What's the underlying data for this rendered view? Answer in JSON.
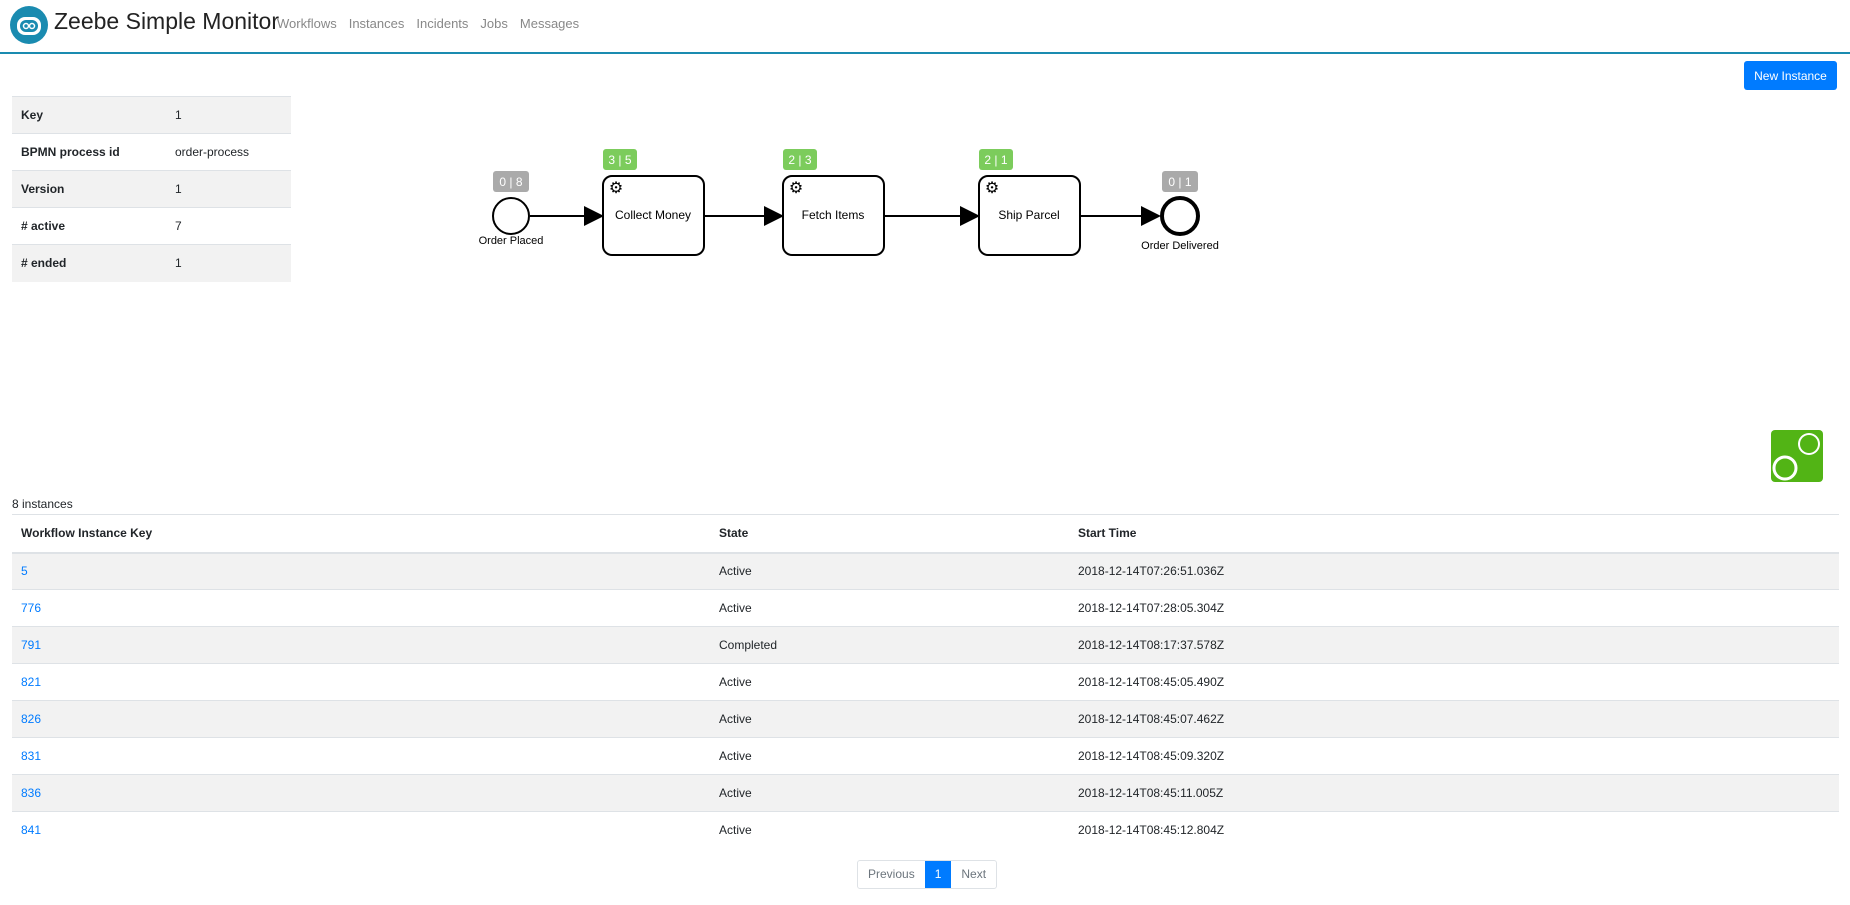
{
  "nav": {
    "brand": "Zeebe Simple Monitor",
    "links": [
      "Workflows",
      "Instances",
      "Incidents",
      "Jobs",
      "Messages"
    ]
  },
  "actions": {
    "new_instance": "New Instance"
  },
  "workflow_info": [
    {
      "key": "Key",
      "value": "1"
    },
    {
      "key": "BPMN process id",
      "value": "order-process"
    },
    {
      "key": "Version",
      "value": "1"
    },
    {
      "key": "# active",
      "value": "7"
    },
    {
      "key": "# ended",
      "value": "1"
    }
  ],
  "diagram": {
    "start": {
      "label": "Order Placed",
      "badge": "0 | 8"
    },
    "tasks": [
      {
        "label": "Collect Money",
        "badge": "3 | 5"
      },
      {
        "label": "Fetch Items",
        "badge": "2 | 3"
      },
      {
        "label": "Ship Parcel",
        "badge": "2 | 1"
      }
    ],
    "end": {
      "label": "Order Delivered",
      "badge": "0 | 1"
    },
    "colors": {
      "active_badge": "#7ccc5c",
      "inactive_badge": "#aaaaaa",
      "bpmn_logo": "#52b415"
    }
  },
  "instances": {
    "count_label": "8 instances",
    "columns": [
      "Workflow Instance Key",
      "State",
      "Start Time"
    ],
    "rows": [
      [
        "5",
        "Active",
        "2018-12-14T07:26:51.036Z"
      ],
      [
        "776",
        "Active",
        "2018-12-14T07:28:05.304Z"
      ],
      [
        "791",
        "Completed",
        "2018-12-14T08:17:37.578Z"
      ],
      [
        "821",
        "Active",
        "2018-12-14T08:45:05.490Z"
      ],
      [
        "826",
        "Active",
        "2018-12-14T08:45:07.462Z"
      ],
      [
        "831",
        "Active",
        "2018-12-14T08:45:09.320Z"
      ],
      [
        "836",
        "Active",
        "2018-12-14T08:45:11.005Z"
      ],
      [
        "841",
        "Active",
        "2018-12-14T08:45:12.804Z"
      ]
    ]
  },
  "pagination": {
    "previous": "Previous",
    "current": "1",
    "next": "Next"
  }
}
